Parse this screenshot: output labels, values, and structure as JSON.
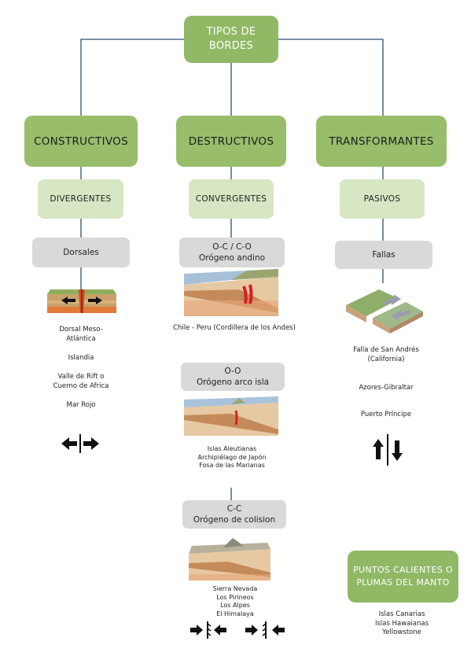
{
  "root": {
    "line1": "TIPOS DE",
    "line2": "BORDES"
  },
  "columns": [
    {
      "title": "CONSTRUCTIVOS",
      "subtype": "DIVERGENTES",
      "feature": "Dorsales",
      "examples": [
        "Dorsal Meso-",
        "Atlántica",
        "Islandia",
        "Valle de Rift o",
        "Cuerno de Africa",
        "Mar Rojo"
      ]
    },
    {
      "title": "DESTRUCTIVOS",
      "subtype": "CONVERGENTES",
      "stages": [
        {
          "line1": "O-C / C-O",
          "line2": "Orógeno andino",
          "examples": [
            "Chile - Peru (Cordillera de los Andes)"
          ]
        },
        {
          "line1": "O-O",
          "line2": "Orógeno arco isla",
          "examples": [
            "Islas Aleutianas",
            "Archipiélago de Japón",
            "Fosa de las Marianas"
          ]
        },
        {
          "line1": "C-C",
          "line2": "Orógeno de colision",
          "examples": [
            "Sierra Nevada",
            "Los Pirineos",
            "Los Alpes",
            "El Himalaya"
          ]
        }
      ]
    },
    {
      "title": "TRANSFORMANTES",
      "subtype": "PASIVOS",
      "feature": "Fallas",
      "examples": [
        "Falla de San Andrés",
        "(California)",
        "Azores-Gibraltar",
        "Puerto Príncipe"
      ]
    }
  ],
  "hotspots": {
    "line1": "PUNTOS CALIENTES O",
    "line2": "PLUMAS DEL MANTO",
    "examples": [
      "Islas Canarias",
      "Islas Hawaianas",
      "Yellowstone"
    ]
  },
  "colors": {
    "dark_green": "#90b865",
    "light_green": "#d7e6c3",
    "gray": "#d9d9d9",
    "connector": "#2e4d74"
  },
  "icons": [
    "divergent-arrows-icon",
    "transform-arrows-icon",
    "collision-arrows-icon"
  ]
}
